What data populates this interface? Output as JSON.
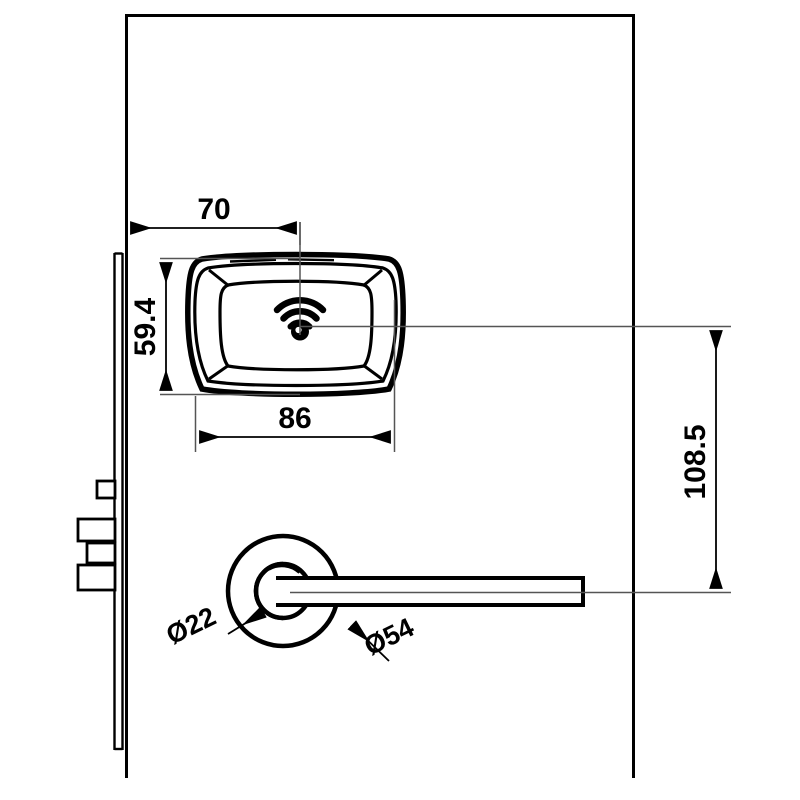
{
  "drawing": {
    "title": "Electronic door lock - front elevation with dimensions",
    "units": "mm",
    "line_color": "#000000",
    "thin_line_color": "#555555",
    "background": "#ffffff"
  },
  "dimensions": {
    "width_to_reader_center": "70",
    "reader_height": "59.4",
    "reader_width": "86",
    "reader_to_handle_center": "108.5",
    "spindle_hole_diameter": "Ø22",
    "rosette_diameter": "Ø54"
  },
  "components": {
    "door_panel": "door-panel",
    "lock_faceplate": "lock-faceplate",
    "card_reader": "card-reader-escutcheon",
    "rfid_icon": "rfid-wifi-icon",
    "rosette": "handle-rosette",
    "lever_handle": "lever-handle",
    "latch_bolt": "latch-bolt",
    "dead_bolt": "dead-bolt",
    "auxiliary_bolt": "auxiliary-bolt"
  }
}
